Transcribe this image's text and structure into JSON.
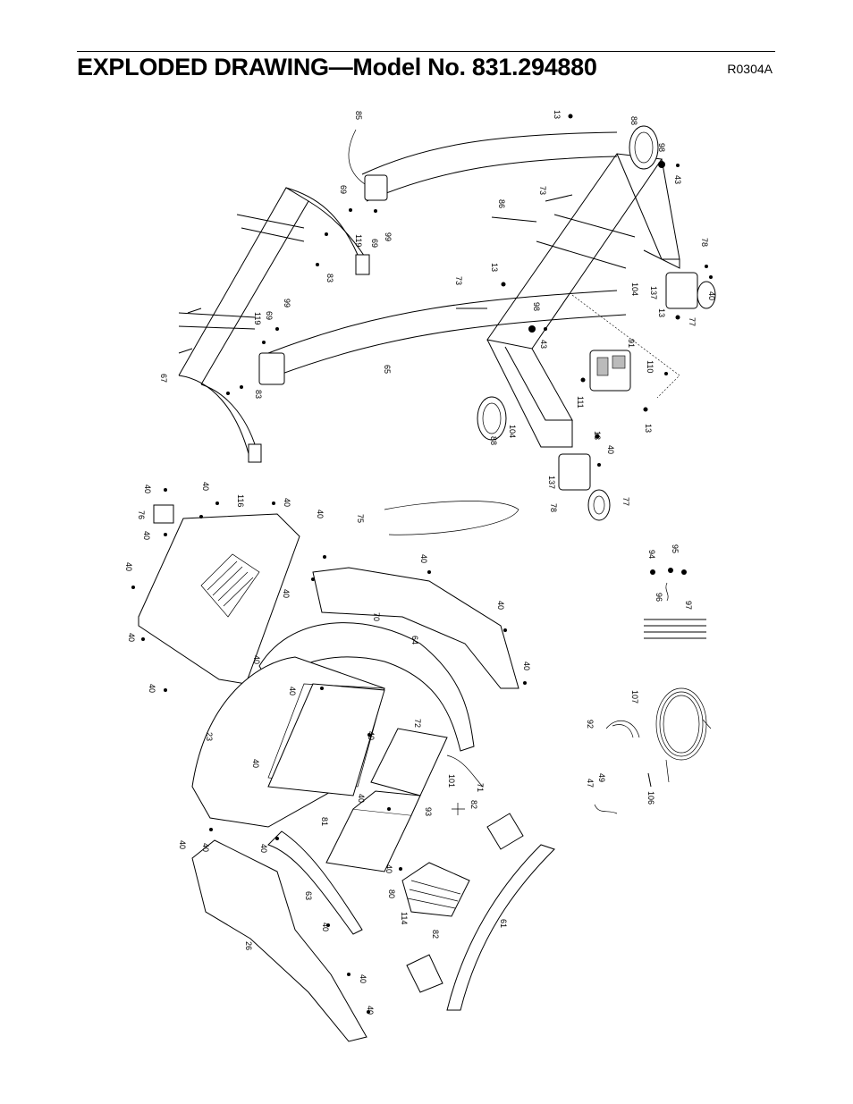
{
  "header": {
    "title": "EXPLODED DRAWING—Model No. 831.294880",
    "doc_code": "R0304A"
  },
  "labels": {
    "l_85": "85",
    "l_13a": "13",
    "l_88a": "88",
    "l_98a": "98",
    "l_43a": "43",
    "l_69a": "69",
    "l_73a": "73",
    "l_86": "86",
    "l_119a": "119",
    "l_69b": "69",
    "l_99a": "99",
    "l_83a": "83",
    "l_78a": "78",
    "l_104a": "104",
    "l_137a": "137",
    "l_13b": "13",
    "l_77a": "77",
    "l_40a": "40",
    "l_73b": "73",
    "l_13c": "13",
    "l_98b": "98",
    "l_43b": "43",
    "l_119b": "119",
    "l_69c": "69",
    "l_99b": "99",
    "l_65": "65",
    "l_67": "67",
    "l_83b": "83",
    "l_91": "91",
    "l_110": "110",
    "l_111": "111",
    "l_13d": "13",
    "l_88b": "88",
    "l_104b": "104",
    "l_13e": "13",
    "l_40b": "40",
    "l_137b": "137",
    "l_78b": "78",
    "l_77b": "77",
    "l_40c": "40",
    "l_40d": "40",
    "l_116": "116",
    "l_40e": "40",
    "l_76": "76",
    "l_40f": "40",
    "l_40g": "40",
    "l_40h": "40",
    "l_75": "75",
    "l_40i": "40",
    "l_40j": "40",
    "l_40k": "40",
    "l_70": "70",
    "l_40l": "40",
    "l_64": "64",
    "l_40m": "40",
    "l_40n": "40",
    "l_40o": "40",
    "l_40p": "40",
    "l_40q": "40",
    "l_23": "23",
    "l_72": "72",
    "l_40r": "40",
    "l_101": "101",
    "l_71": "71",
    "l_81": "81",
    "l_40s": "40",
    "l_93": "93",
    "l_82a": "82",
    "l_40t": "40",
    "l_40u": "40",
    "l_80": "80",
    "l_63": "63",
    "l_40v": "40",
    "l_114": "114",
    "l_82b": "82",
    "l_26": "26",
    "l_40w": "40",
    "l_61": "61",
    "l_40x": "40",
    "l_40y": "40",
    "l_94": "94",
    "l_95": "95",
    "l_96": "96",
    "l_97": "97",
    "l_92": "92",
    "l_107": "107",
    "l_47": "47",
    "l_49": "49",
    "l_106": "106"
  }
}
